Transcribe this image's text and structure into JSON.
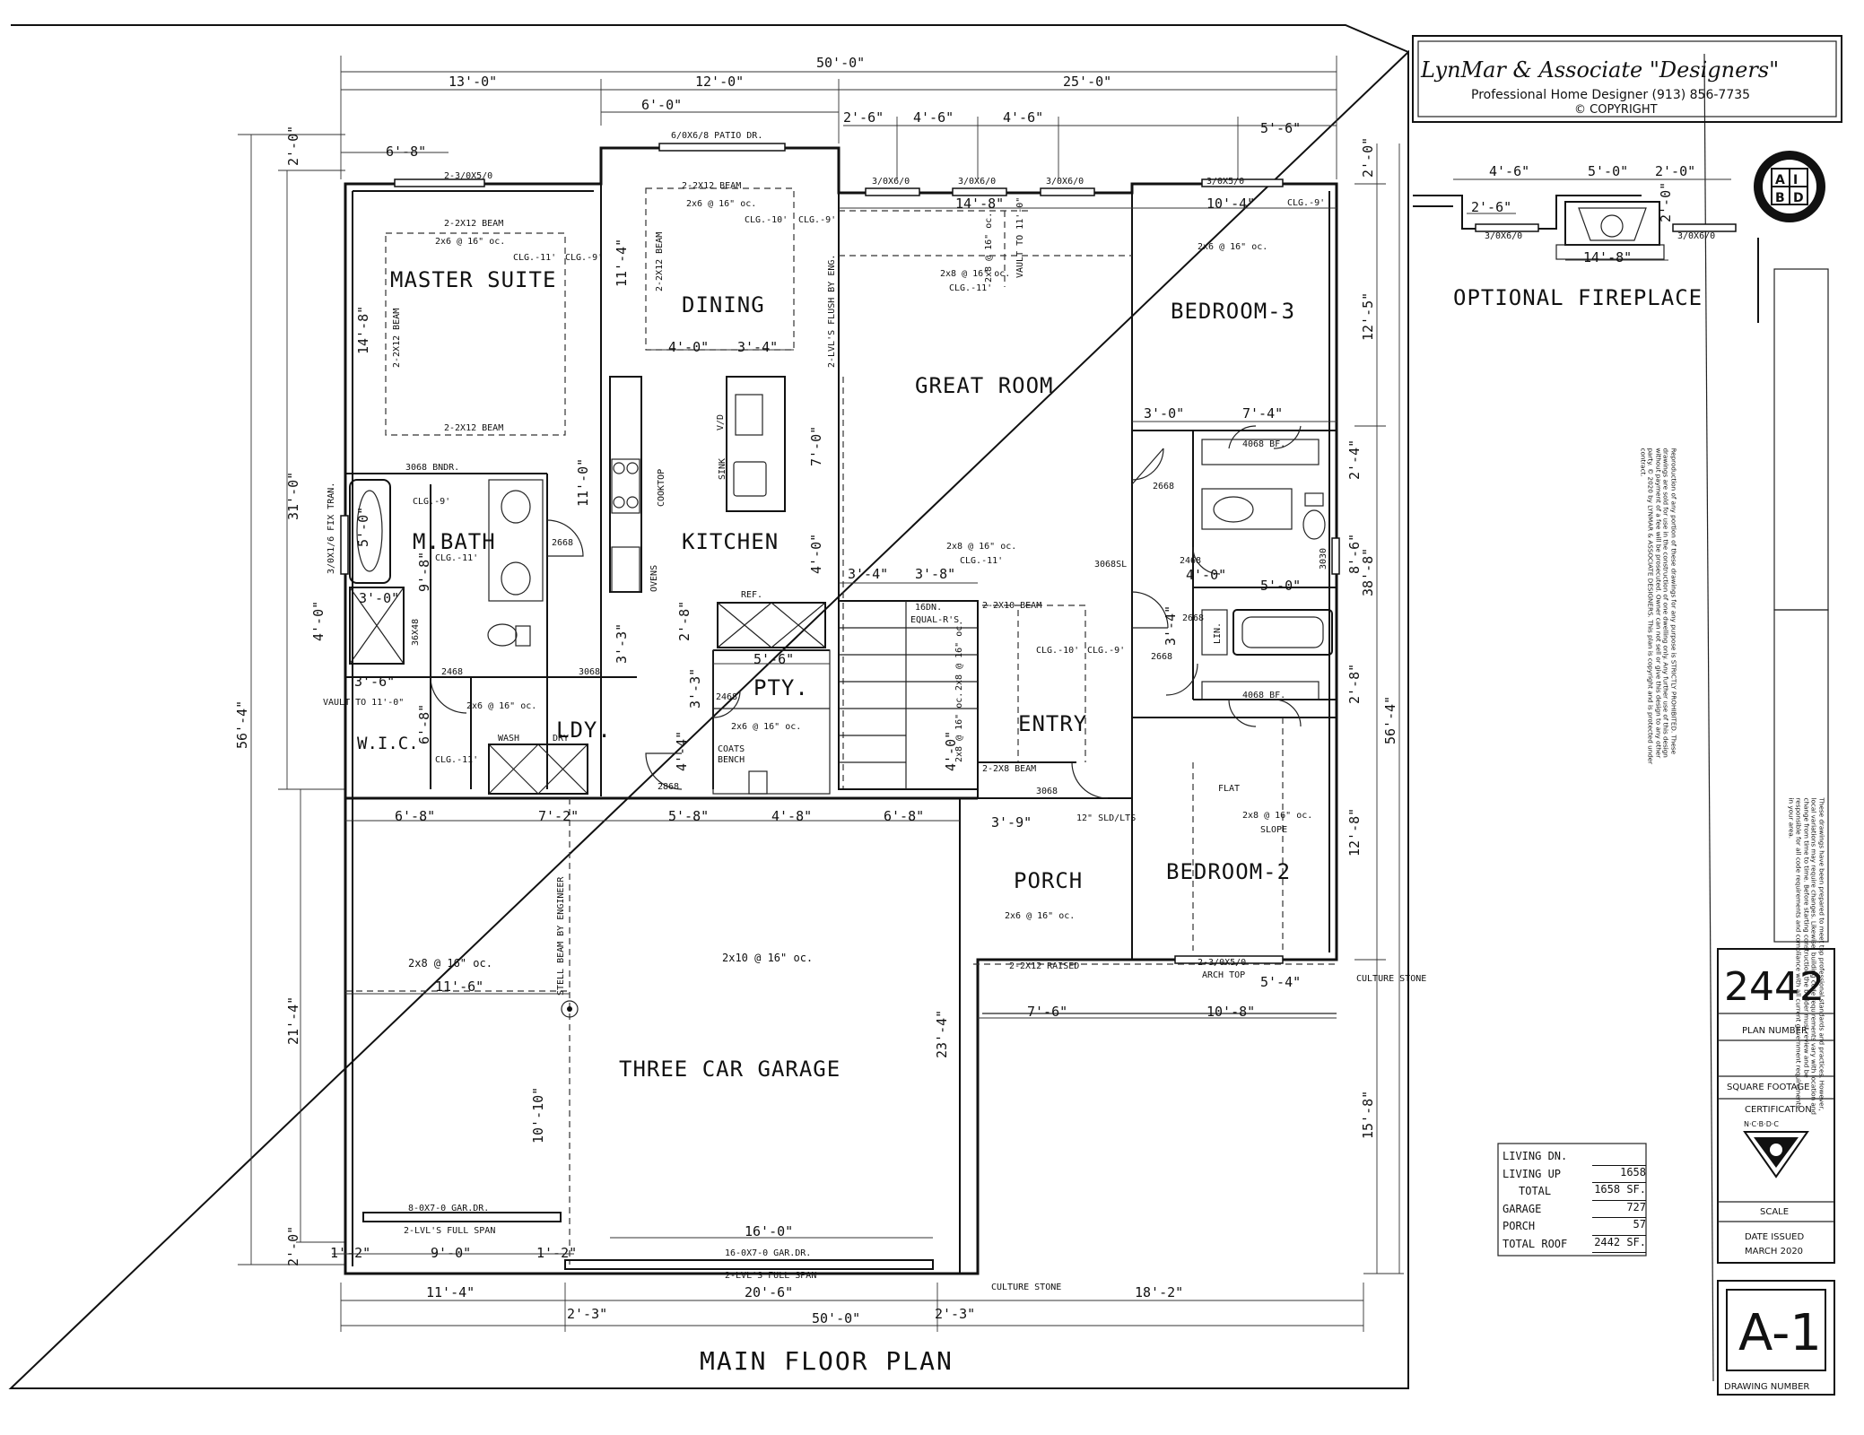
{
  "title_block": {
    "designer_name": "LynMar & Associate \"Designers\"",
    "designer_tagline": "Professional Home Designer (913) 856-7735",
    "copyright": "© COPYRIGHT",
    "logo_letters": [
      "A",
      "I",
      "B",
      "D"
    ],
    "plan_number": "2442",
    "plan_number_label": "PLAN NUMBER",
    "square_footage_label": "SQUARE FOOTAGE",
    "certification_label": "CERTIFICATION",
    "certification_mark": "N·C·B·D·C",
    "scale_label": "SCALE",
    "date_label": "DATE ISSUED",
    "date_value": "MARCH 2020",
    "drawing_number": "A-1",
    "drawing_number_label": "DRAWING NUMBER",
    "notice_copyright": "Reproduction of any portion of these drawings for any purpose is STRICTLY PROHIBITED. These drawings are sold for use in the construction of one dwelling only. Any further use of this design without payment of a fee will be prosecuted. Owner can not sell or give this design to any other party. © 2020 by LYNMAR & ASSOCIATE DESIGNERS. This plan is copyright and is protected under contract.",
    "notice_standards": "These drawings have been prepared to meet top professional standards and practices. However, local variations may require changes. Likewise, building code requirements vary with location and change from time to time. Before starting construction the builder must review and be responsible for all code requirements and compliance with all current government requirements in your area."
  },
  "plan_title": "MAIN FLOOR PLAN",
  "fireplace_title": "OPTIONAL FIREPLACE",
  "rooms": {
    "master_suite": "MASTER SUITE",
    "dining": "DINING",
    "great_room": "GREAT ROOM",
    "bedroom3": "BEDROOM-3",
    "kitchen": "KITCHEN",
    "mbath": "M.BATH",
    "wic": "W.I.C.",
    "ldy": "LDY.",
    "pty": "PTY.",
    "entry": "ENTRY",
    "porch": "PORCH",
    "bedroom2": "BEDROOM-2",
    "garage": "THREE CAR GARAGE"
  },
  "notes": {
    "patio_door": "6/0X6/8 PATIO DR.",
    "win_master": "2-3/0X5/0",
    "win_gr1": "3/0X6/0",
    "win_gr2": "3/0X6/0",
    "win_gr3": "3/0X6/0",
    "win_br3": "3/0X5/0",
    "ms_beam_top": "2-2X12 BEAM",
    "ms_joist": "2x6 @ 16\" oc.",
    "ms_clg": "CLG.-11'",
    "ms_clg2": "CLG.-9'",
    "ms_beam_side": "2-2X12 BEAM",
    "ms_beam_bot": "2-2X12 BEAM",
    "din_beam": "2-2X12 BEAM",
    "din_joist": "2x6 @ 16\" oc.",
    "din_clg": "CLG.-10'",
    "din_clg2": "CLG.-9'",
    "din_beam_side": "2-2X12 BEAM",
    "lvl_flush": "2-LVL'S FLUSH BY ENG.",
    "gr_joist": "2x8 @ 16\" oc.",
    "gr_clg": "CLG.-11'",
    "gr_vault_joist": "2x8 @ 16\" oc.",
    "gr_vault": "VAULT TO 11'-0\"",
    "br3_clg": "CLG.-9'",
    "br3_joist": "2x6 @ 16\" oc.",
    "island_vd": "V/D",
    "sink": "SINK",
    "cooktop": "COOKTOP",
    "ovens": "OVENS",
    "ref": "REF.",
    "mb_door": "3068 BNDR.",
    "mb_clg": "CLG.-9'",
    "mb_clg2": "CLG.-11'",
    "mb_tran": "3/0X1/6 FIX TRAN.",
    "shower": "36X48",
    "door_2668a": "2668",
    "door_2468a": "2468",
    "door_3068a": "3068",
    "vault_wic": "VAULT TO 11'-0\"",
    "ldy_joist": "2x6 @ 16\" oc.",
    "wash": "WASH",
    "dry": "DRY",
    "wic_clg": "CLG.-11'",
    "door_2868": "2868",
    "door_2468b": "2468",
    "coats": "COATS",
    "bench": "BENCH",
    "pty_joist": "2x6 @ 16\" oc.",
    "stair_risers": "16DN.",
    "stair_equal": "EQUAL-R'S",
    "stair_joist": "2x8 @ 16\" oc.",
    "stair_joist2": "2x8 @ 16\" oc.",
    "hall_joist": "2x8 @ 16\" oc.",
    "hall_clg": "CLG.-11'",
    "hall_beam": "2-2X10 BEAM",
    "entry_clg": "CLG.-10'",
    "entry_clg2": "CLG.-9'",
    "door_3068sl": "3068SL",
    "entry_beam": "2-2X8 BEAM",
    "door_3068b": "3068",
    "sidelites": "12\" SLD/LTS",
    "door_2668b": "2668",
    "door_2668c": "2668",
    "door_2668d": "2668",
    "door_2468c": "2468",
    "lin": "LIN.",
    "bf1": "4068 BF.",
    "bf2": "4068 BF.",
    "win_bath": "3030",
    "flat": "FLAT",
    "br2_joist": "2x8 @ 16\" oc.",
    "slope": "SLOPE",
    "porch_joist": "2x6 @ 16\" oc.",
    "porch_raised": "2-2X12 RAISED",
    "win_br2": "2-3/0X5/0",
    "arch_top": "ARCH TOP",
    "culture_stone1": "CULTURE STONE",
    "culture_stone2": "CULTURE STONE",
    "gar_joist1": "2x8 @ 16\" oc.",
    "gar_joist2": "2x10 @ 16\" oc.",
    "steel_beam": "STELL BEAM BY ENGINEER",
    "gar_door1": "8-0X7-0 GAR.DR.",
    "gar_lvl1": "2-LVL'S FULL SPAN",
    "gar_door2": "16-0X7-0 GAR.DR.",
    "gar_lvl2": "2-LVL'S FULL SPAN",
    "fp_win1": "3/0X6/0",
    "fp_win2": "3/0X6/0"
  },
  "dims": {
    "top_overall": "50'-0\"",
    "top_13": "13'-0\"",
    "top_12": "12'-0\"",
    "top_25": "25'-0\"",
    "top_6": "6'-0\"",
    "top_2_6": "2'-6\"",
    "top_4_6a": "4'-6\"",
    "top_4_6b": "4'-6\"",
    "top_5_6": "5'-6\"",
    "top_6_8": "6'-8\"",
    "left_31": "31'-0\"",
    "left_56_4": "56'-4\"",
    "left_21_4": "21'-4\"",
    "left_2_0a": "2'-0\"",
    "left_2_0b": "2'-0\"",
    "left_14_8": "14'-8\"",
    "left_5_0": "5'-0\"",
    "left_4_0": "4'-0\"",
    "left_9_8": "9'-8\"",
    "left_6_8": "6'-8\"",
    "right_2_0": "2'-0\"",
    "right_12_5": "12'-5\"",
    "right_2_4": "2'-4\"",
    "right_8_6": "8'-6\"",
    "right_38_8": "38'-8\"",
    "right_2_8": "2'-8\"",
    "right_56_4": "56'-4\"",
    "right_12_8": "12'-8\"",
    "right_15_8": "15'-8\"",
    "in_14_8": "14'-8\"",
    "in_10_4": "10'-4\"",
    "in_11_4": "11'-4\"",
    "in_4_0": "4'-0\"",
    "in_3_4a": "3'-4\"",
    "in_7_0": "7'-0\"",
    "in_11_0": "11'-0\"",
    "in_3_0a": "3'-0\"",
    "in_7_4": "7'-4\"",
    "in_4_0b": "4'-0\"",
    "in_3_4b": "3'-4\"",
    "in_3_8": "3'-8\"",
    "in_2_8": "2'-8\"",
    "in_3_3a": "3'-3\"",
    "in_5_6": "5'-6\"",
    "in_3_3b": "3'-3\"",
    "in_4_4": "4'-4\"",
    "in_3_0b": "3'-0\"",
    "in_3_6": "3'-6\"",
    "in_4_0c": "4'-0\"",
    "in_5_0": "5'-0\"",
    "in_3_4c": "3'-4\"",
    "in_4_0d": "4'-0\"",
    "in_3_9": "3'-9\"",
    "mid_6_8": "6'-8\"",
    "mid_7_2": "7'-2\"",
    "mid_5_8": "5'-8\"",
    "mid_4_8": "4'-8\"",
    "mid_6_8b": "6'-8\"",
    "gar_11_6": "11'-6\"",
    "gar_10_10": "10'-10\"",
    "gar_23_4": "23'-4\"",
    "gar_16_0": "16'-0\"",
    "porch_7_6": "7'-6\"",
    "porch_10_8": "10'-8\"",
    "porch_5_4": "5'-4\"",
    "bot_1_2a": "1'-2\"",
    "bot_9_0": "9'-0\"",
    "bot_1_2b": "1'-2\"",
    "bot_11_4": "11'-4\"",
    "bot_20_6": "20'-6\"",
    "bot_18_2": "18'-2\"",
    "bot_2_3a": "2'-3\"",
    "bot_50": "50'-0\"",
    "bot_2_3b": "2'-3\"",
    "fp_4_6": "4'-6\"",
    "fp_5_0": "5'-0\"",
    "fp_2_0a": "2'-0\"",
    "fp_2_6": "2'-6\"",
    "fp_2_0b": "2'-0\"",
    "fp_14_8": "14'-8\""
  },
  "area_table": {
    "rows": [
      {
        "label": "LIVING DN.",
        "value": ""
      },
      {
        "label": "LIVING UP",
        "value": "1658"
      },
      {
        "label": "TOTAL",
        "value": "1658 SF."
      },
      {
        "label": "GARAGE",
        "value": "727"
      },
      {
        "label": "PORCH",
        "value": "57"
      },
      {
        "label": "TOTAL ROOF",
        "value": "2442 SF."
      }
    ]
  }
}
